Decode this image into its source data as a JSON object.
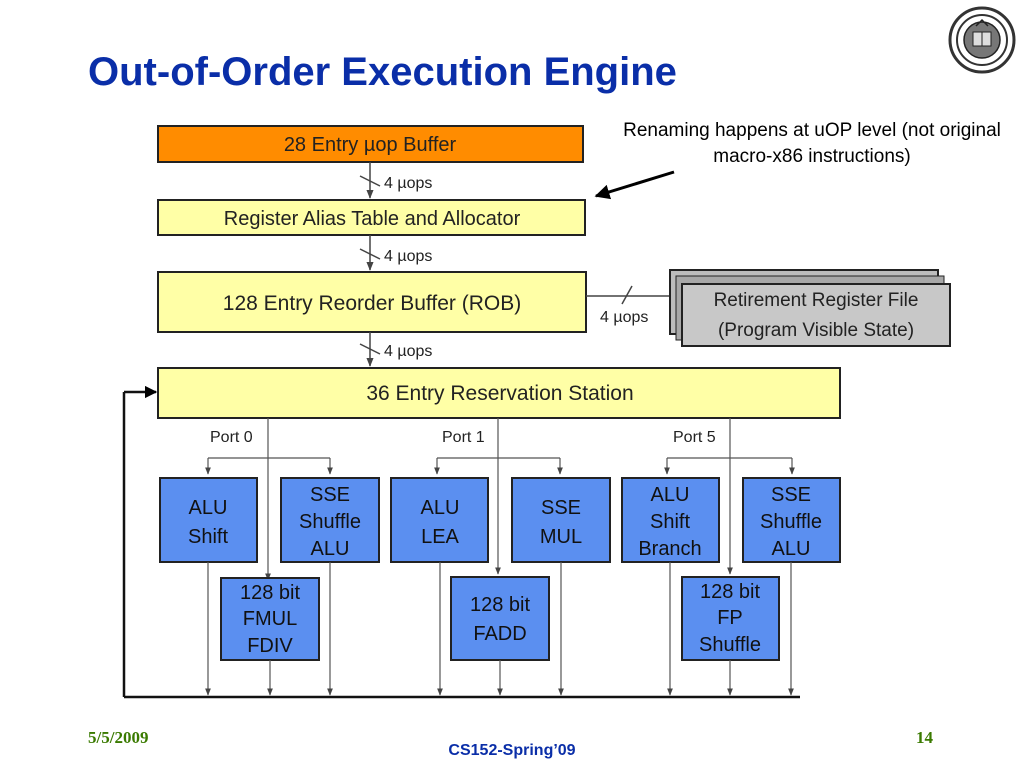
{
  "slide": {
    "title": "Out-of-Order Execution Engine",
    "note": "Renaming happens at uOP level (not original macro-x86 instructions)",
    "date": "5/5/2009",
    "page_number": "14",
    "course": "CS152-Spring’09"
  },
  "diagram": {
    "uop_buffer": "28 Entry µop Buffer",
    "rat": "Register Alias Table and Allocator",
    "rob": "128 Entry Reorder Buffer (ROB)",
    "rrf_line1": "Retirement Register File",
    "rrf_line2": "(Program Visible State)",
    "reservation_station": "36 Entry Reservation Station",
    "width_label": "4 µops",
    "ports": [
      "Port 0",
      "Port 1",
      "Port 5"
    ],
    "units": {
      "p0_alu": [
        "ALU",
        "Shift"
      ],
      "p0_sse": [
        "SSE",
        "Shuffle",
        "ALU"
      ],
      "p0_fmul": [
        "128 bit",
        "FMUL",
        "FDIV"
      ],
      "p1_alu": [
        "ALU",
        "LEA"
      ],
      "p1_sse": [
        "SSE",
        "MUL"
      ],
      "p1_fadd": [
        "128 bit",
        "FADD"
      ],
      "p5_alu": [
        "ALU",
        "Shift",
        "Branch"
      ],
      "p5_sse": [
        "SSE",
        "Shuffle",
        "ALU"
      ],
      "p5_fp": [
        "128 bit",
        "FP",
        "Shuffle"
      ]
    }
  },
  "colors": {
    "title": "#0a2ea8",
    "orange_box": "#ff8c00",
    "yellow_box": "#ffffa6",
    "unit_blue": "#5b8ff0",
    "gray_box": "#c8c8c8",
    "footer_green": "#3a7a00"
  },
  "icons": {
    "logo": "university-seal-icon"
  }
}
